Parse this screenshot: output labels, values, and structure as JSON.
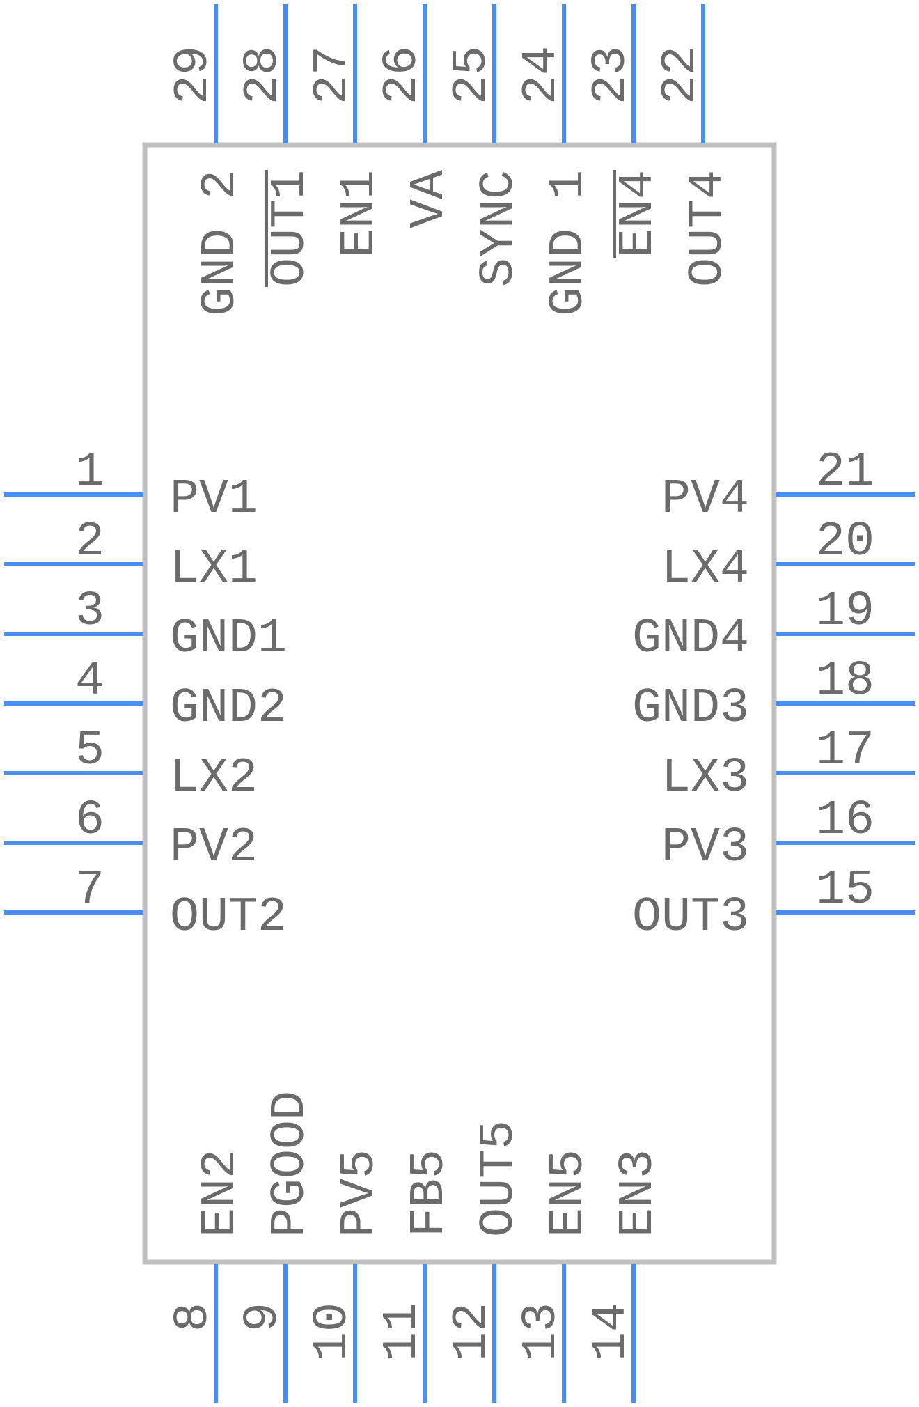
{
  "colors": {
    "pin": "#4a8ef0",
    "body_outline": "#c0c0c0",
    "text": "#6b6b6b"
  },
  "pins": {
    "left": [
      {
        "num": "1",
        "name": "PV1"
      },
      {
        "num": "2",
        "name": "LX1"
      },
      {
        "num": "3",
        "name": "GND1"
      },
      {
        "num": "4",
        "name": "GND2"
      },
      {
        "num": "5",
        "name": "LX2"
      },
      {
        "num": "6",
        "name": "PV2"
      },
      {
        "num": "7",
        "name": "OUT2"
      }
    ],
    "bottom": [
      {
        "num": "8",
        "name": "EN2"
      },
      {
        "num": "9",
        "name": "PGOOD"
      },
      {
        "num": "10",
        "name": "PV5"
      },
      {
        "num": "11",
        "name": "FB5"
      },
      {
        "num": "12",
        "name": "OUT5"
      },
      {
        "num": "13",
        "name": "EN5"
      },
      {
        "num": "14",
        "name": "EN3"
      }
    ],
    "right": [
      {
        "num": "15",
        "name": "OUT3"
      },
      {
        "num": "16",
        "name": "PV3"
      },
      {
        "num": "17",
        "name": "LX3"
      },
      {
        "num": "18",
        "name": "GND3"
      },
      {
        "num": "19",
        "name": "GND4"
      },
      {
        "num": "20",
        "name": "LX4"
      },
      {
        "num": "21",
        "name": "PV4"
      }
    ],
    "top": [
      {
        "num": "22",
        "name": "OUT4"
      },
      {
        "num": "23",
        "name": "EN4",
        "overbar": true
      },
      {
        "num": "24",
        "name": "GND 1"
      },
      {
        "num": "25",
        "name": "SYNC"
      },
      {
        "num": "26",
        "name": "VA"
      },
      {
        "num": "27",
        "name": "EN1"
      },
      {
        "num": "28",
        "name": "OUT1",
        "overbar": true
      },
      {
        "num": "29",
        "name": "GND 2"
      }
    ]
  }
}
